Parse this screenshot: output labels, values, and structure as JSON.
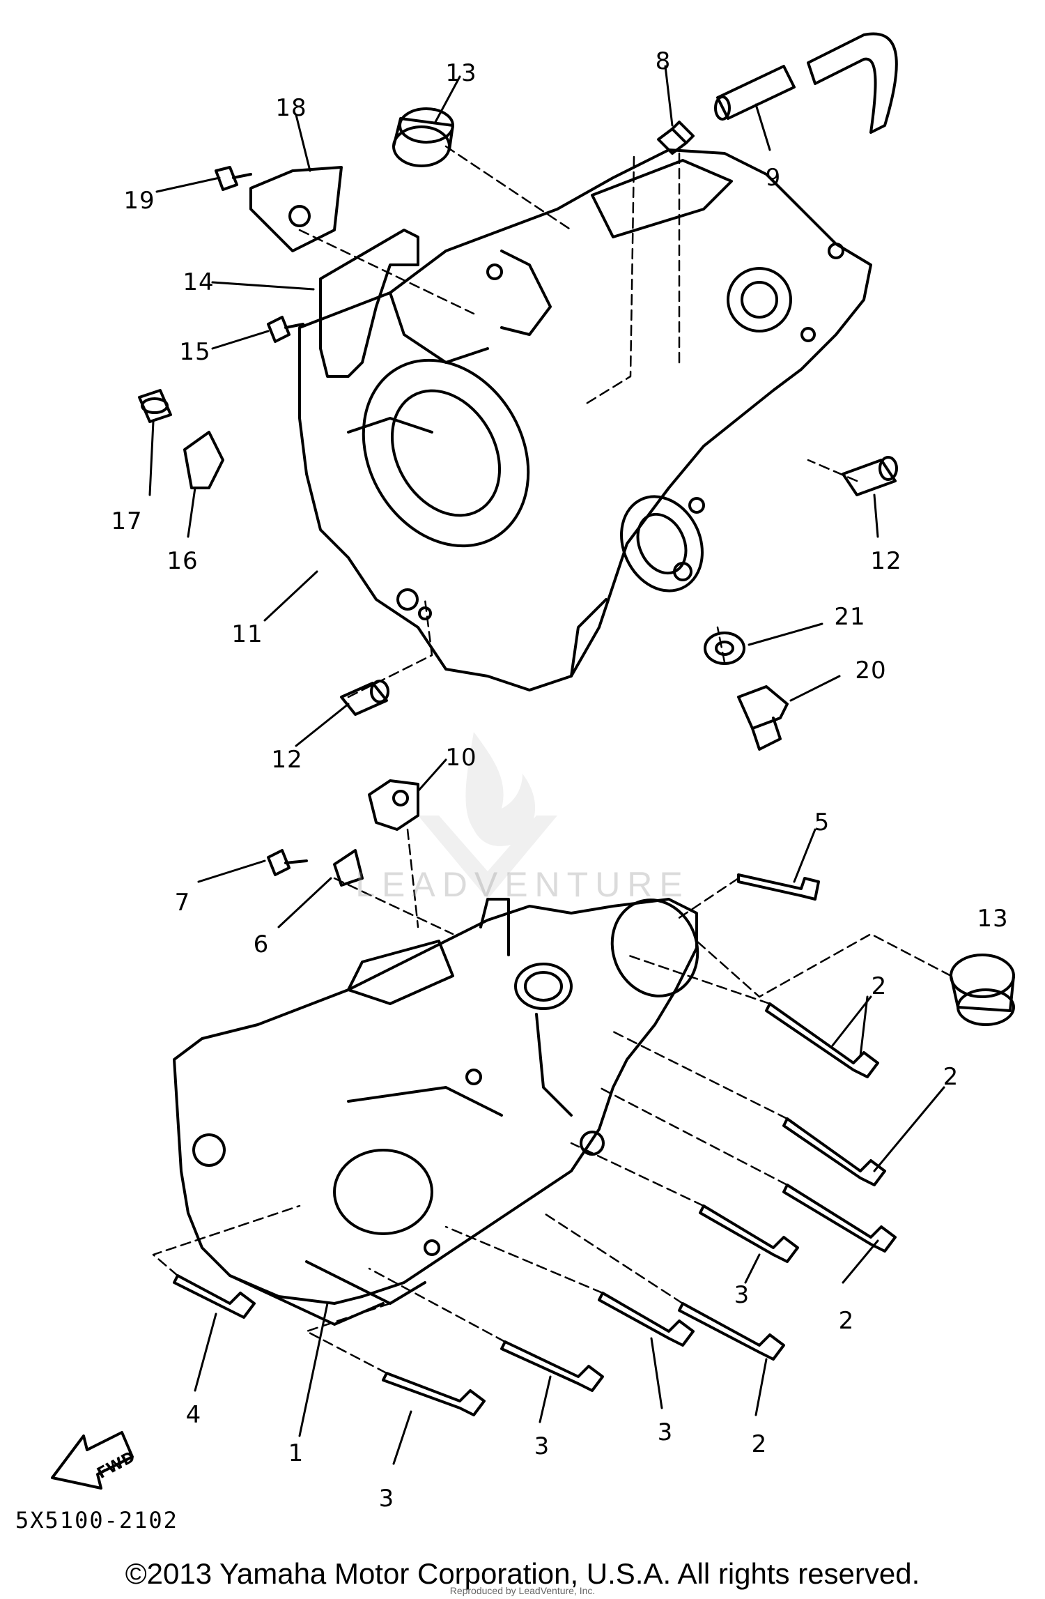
{
  "callouts": {
    "c1": "1",
    "c2a": "2",
    "c2b": "2",
    "c2c": "2",
    "c2d": "2",
    "c3a": "3",
    "c3b": "3",
    "c3c": "3",
    "c3d": "3",
    "c4": "4",
    "c5": "5",
    "c6": "6",
    "c7": "7",
    "c8": "8",
    "c9": "9",
    "c10": "10",
    "c11": "11",
    "c12a": "12",
    "c12b": "12",
    "c13a": "13",
    "c13b": "13",
    "c14": "14",
    "c15": "15",
    "c16": "16",
    "c17": "17",
    "c18": "18",
    "c19": "19",
    "c20": "20",
    "c21": "21"
  },
  "fwd_label": "FWD",
  "part_code": "5X5100-2102",
  "copyright": "©2013 Yamaha Motor Corporation, U.S.A. All rights reserved.",
  "reprint_notice": "Reproduced by LeadVenture, Inc.",
  "watermark": "LEADVENTURE",
  "colors": {
    "line": "#000000",
    "background": "#ffffff",
    "watermark": "#9a9a9a"
  }
}
